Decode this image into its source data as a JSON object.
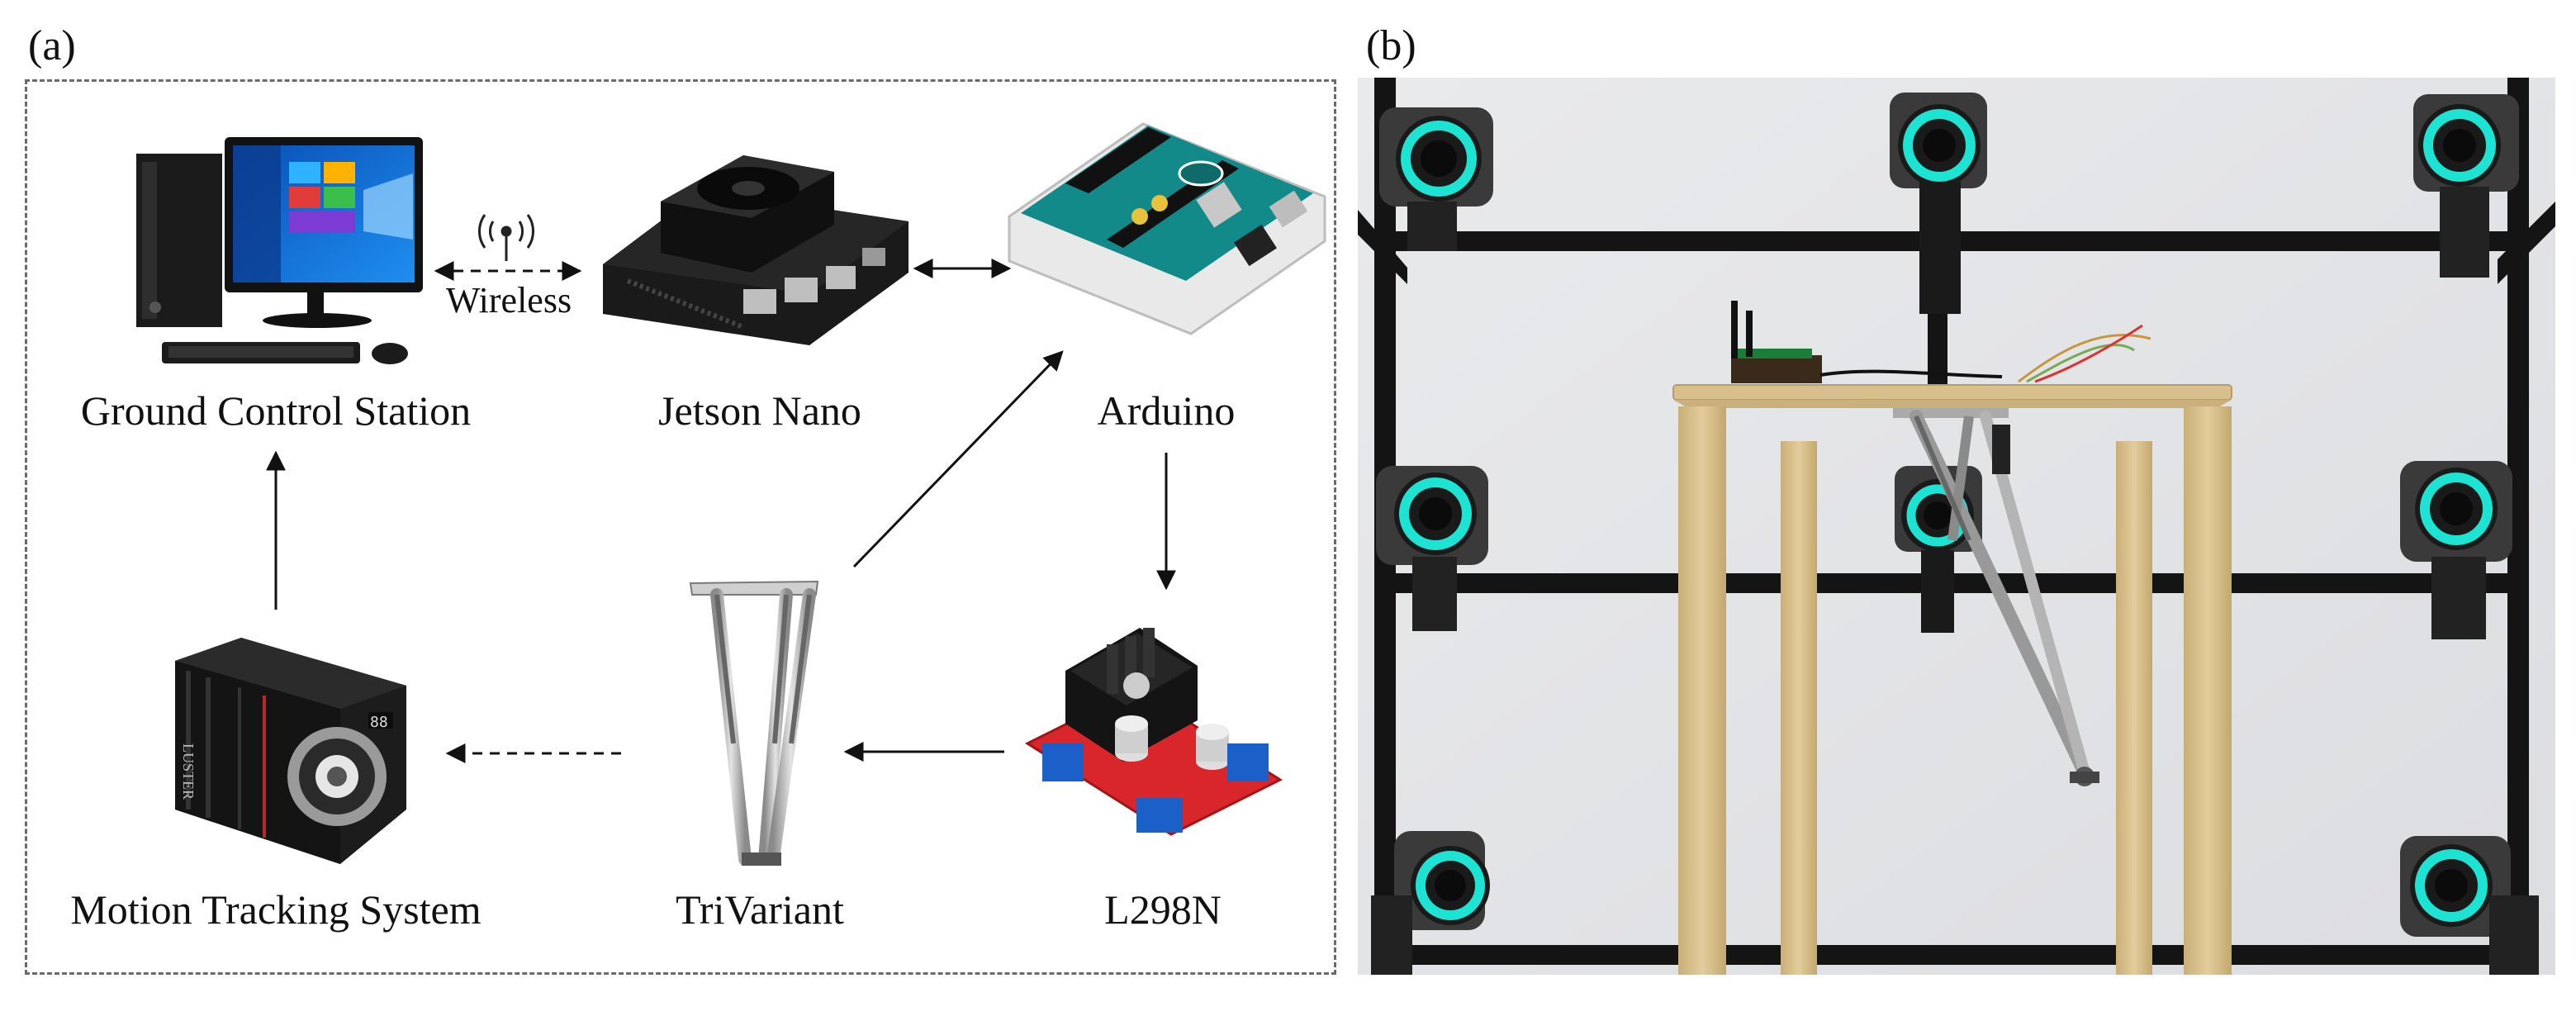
{
  "panels": {
    "a": "(a)",
    "b": "(b)"
  },
  "nodes": {
    "gcs": "Ground Control Station",
    "jetson": "Jetson Nano",
    "arduino": "Arduino",
    "l298n": "L298N",
    "trivariant": "TriVariant",
    "motion": "Motion Tracking System"
  },
  "wireless_label": "Wireless",
  "camera_brand": "LUSTER",
  "camera_display": "88",
  "colors": {
    "ring": "#1de4d2",
    "frame_black": "#141414",
    "wood": "#d8c08c",
    "board_red": "#d8262a",
    "arduino_teal": "#138a8a"
  }
}
